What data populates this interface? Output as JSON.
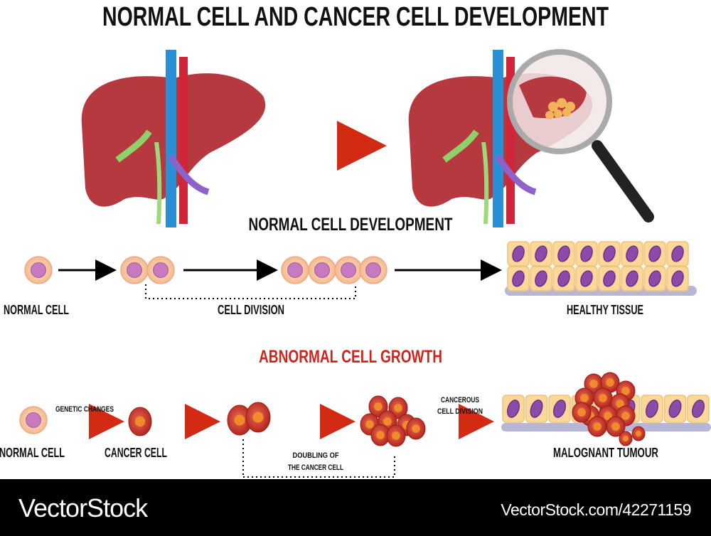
{
  "title": "NORMAL CELL AND CANCER CELL DEVELOPMENT",
  "normal_section": {
    "heading": "NORMAL CELL DEVELOPMENT",
    "labels": {
      "normal_cell": "NORMAL CELL",
      "cell_division": "CELL DIVISION",
      "healthy_tissue": "HEALTHY TISSUE"
    }
  },
  "abnormal_section": {
    "heading": "ABNORMAL CELL GROWTH",
    "labels": {
      "genetic_changes": "GENETIC CHANGES",
      "normal_cell": "NORMAL CELL",
      "cancer_cell": "CANCER CELL",
      "doubling_1": "DOUBLING OF",
      "doubling_2": "THE CANCER CELL",
      "cancerous_1": "CANCEROUS",
      "cancerous_2": "CELL DIVISION",
      "malignant_tumour": "MALOGNANT TUMOUR"
    }
  },
  "colors": {
    "heading_red": "#d0231c",
    "liver": "#b5393e",
    "arrow_red": "#d8341f",
    "footer": "#000000"
  },
  "footer": {
    "brand": "VectorStock",
    "reference": "VectorStock.com/42271159"
  }
}
